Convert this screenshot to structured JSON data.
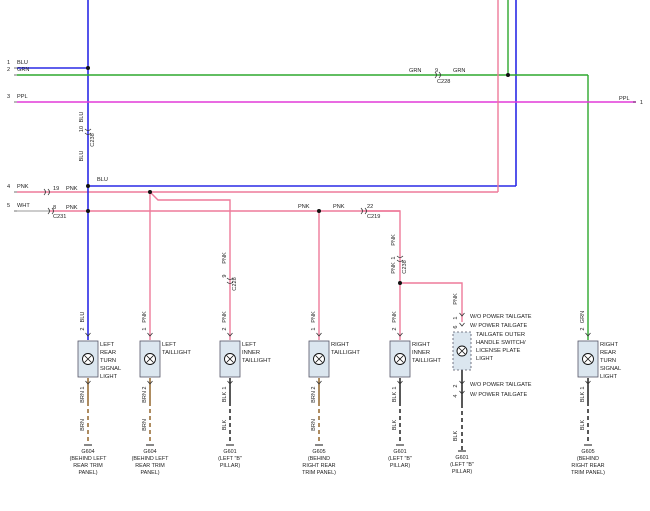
{
  "colors": {
    "blue": "#2a2ae6",
    "green": "#2ea82e",
    "pink": "#ee7a9a",
    "magenta": "#e23ad8",
    "brown": "#8b5a1c",
    "black": "#111111",
    "lamp_fill": "#dbe6ef"
  },
  "left_rows": [
    {
      "num": "1",
      "color": "BLU"
    },
    {
      "num": "2",
      "color": "GRN"
    },
    {
      "num": "3",
      "color": "PPL"
    },
    {
      "num": "4",
      "color": "PNK"
    },
    {
      "num": "5",
      "color": "WHT"
    }
  ],
  "right_rows": [
    {
      "num": "1",
      "color": "PPL"
    }
  ],
  "wire_labels": {
    "grn_left": "GRN",
    "grn_right": "GRN",
    "pin_9a": "9",
    "blu_v_top": "BLU",
    "pin_10": "10",
    "blu_v_bottom": "BLU",
    "blu_h": "BLU",
    "pin_19": "19",
    "pnk_a": "PNK",
    "pin_8": "8",
    "pnk_b": "PNK",
    "pnk_c": "PNK",
    "pnk_d": "PNK",
    "pin_22": "22",
    "pnk_e": "PNK",
    "pin_9b": "9",
    "pnk_f": "PNK",
    "pin_1": "1",
    "pnk_g": "PNK",
    "pnk_h": "PNK"
  },
  "connectors": {
    "c228_top": "C228",
    "c238": "C238",
    "c231": "C231",
    "c219": "C219",
    "c228_mid": "C228",
    "c238_b": "C238"
  },
  "lamps": [
    {
      "top_pin": "2",
      "top_color": "BLU",
      "bottom_pin": "1",
      "bottom_color": "BRN",
      "name1": "LEFT",
      "name2": "REAR",
      "name3": "TURN",
      "name4": "SIGNAL",
      "name5": "LIGHT",
      "ground_id": "G604",
      "ground_loc1": "(BEHIND LEFT",
      "ground_loc2": "REAR TRIM",
      "ground_loc3": "PANEL)"
    },
    {
      "top_pin": "1",
      "top_color": "PNK",
      "bottom_pin": "2",
      "bottom_color": "BRN",
      "name1": "LEFT",
      "name2": "TAILLIGHT",
      "name3": "",
      "name4": "",
      "name5": "",
      "ground_id": "G604",
      "ground_loc1": "(BEHIND LEFT",
      "ground_loc2": "REAR TRIM",
      "ground_loc3": "PANEL)"
    },
    {
      "top_pin": "2",
      "top_color": "PNK",
      "bottom_pin": "1",
      "bottom_color": "BLK",
      "name1": "LEFT",
      "name2": "INNER",
      "name3": "TAILLIGHT",
      "name4": "",
      "name5": "",
      "ground_id": "G601",
      "ground_loc1": "(LEFT \"B\"",
      "ground_loc2": "PILLAR)",
      "ground_loc3": ""
    },
    {
      "top_pin": "1",
      "top_color": "PNK",
      "bottom_pin": "2",
      "bottom_color": "BRN",
      "name1": "RIGHT",
      "name2": "TAILLIGHT",
      "name3": "",
      "name4": "",
      "name5": "",
      "ground_id": "G605",
      "ground_loc1": "(BEHIND",
      "ground_loc2": "RIGHT REAR",
      "ground_loc3": "TRIM PANEL)"
    },
    {
      "top_pin": "2",
      "top_color": "PNK",
      "bottom_pin": "1",
      "bottom_color": "BLK",
      "name1": "RIGHT",
      "name2": "INNER",
      "name3": "TAILLIGHT",
      "name4": "",
      "name5": "",
      "ground_id": "G601",
      "ground_loc1": "(LEFT \"B\"",
      "ground_loc2": "PILLAR)",
      "ground_loc3": ""
    },
    {
      "top_pin": "2",
      "top_color": "GRN",
      "bottom_pin": "1",
      "bottom_color": "BLK",
      "name1": "RIGHT",
      "name2": "REAR",
      "name3": "TURN",
      "name4": "SIGNAL",
      "name5": "LIGHT",
      "ground_id": "G605",
      "ground_loc1": "(BEHIND",
      "ground_loc2": "RIGHT REAR",
      "ground_loc3": "TRIM PANEL)"
    }
  ],
  "tailgate_lamp": {
    "pin_top_a": "1",
    "pin_top_b": "6",
    "top_color": "PNK",
    "note_top_a": "W/O POWER TAILGATE",
    "note_top_b": "W/ POWER TAILGATE",
    "name1": "TAILGATE OUTER",
    "name2": "HANDLE SWITCH/",
    "name3": "LICENSE PLATE",
    "name4": "LIGHT",
    "pin_bottom_a": "2",
    "pin_bottom_b": "4",
    "note_bottom_a": "W/O POWER TAILGATE",
    "note_bottom_b": "W/ POWER TAILGATE",
    "bottom_color": "BLK",
    "ground_id": "G601",
    "ground_loc1": "(LEFT \"B\"",
    "ground_loc2": "PILLAR)"
  }
}
